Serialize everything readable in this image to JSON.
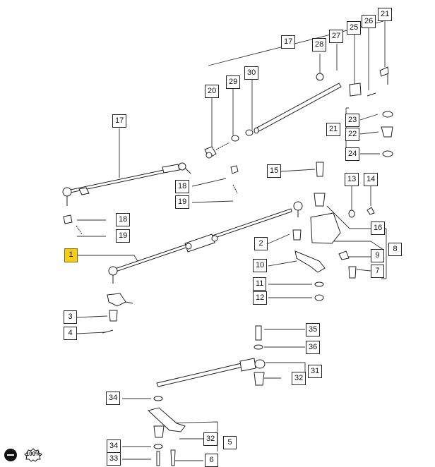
{
  "diagram": {
    "callouts": {
      "c1": "1",
      "c2": "2",
      "c3": "3",
      "c4": "4",
      "c5": "5",
      "c6": "6",
      "c7": "7",
      "c8": "8",
      "c9": "9",
      "c10": "10",
      "c11": "11",
      "c12": "12",
      "c13": "13",
      "c14": "14",
      "c15": "15",
      "c16": "16",
      "c17a": "17",
      "c17b": "17",
      "c18a": "18",
      "c18b": "18",
      "c19a": "19",
      "c19b": "19",
      "c20": "20",
      "c21a": "21",
      "c21b": "21",
      "c22": "22",
      "c23": "23",
      "c24": "24",
      "c25": "25",
      "c26": "26",
      "c27": "27",
      "c28": "28",
      "c29": "29",
      "c30": "30",
      "c31": "31",
      "c32a": "32",
      "c32b": "32",
      "c33": "33",
      "c34a": "34",
      "c34b": "34",
      "c35": "35",
      "c36": "36"
    },
    "highlight_color": "#f5cc18"
  },
  "toolbar": {
    "zoom_level": "100%",
    "zoom_out_icon": "minus-circle-icon"
  }
}
